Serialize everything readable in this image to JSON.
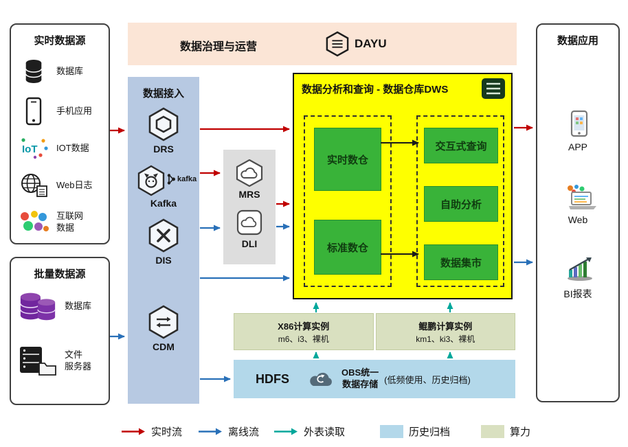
{
  "colors": {
    "realtime_flow": "#c00000",
    "offline_flow": "#2970b8",
    "external_read": "#00a79b",
    "history_archive": "#b3d8ea",
    "compute_power": "#d9e0c0",
    "dws_bg": "#feff00",
    "green_box": "#39b339",
    "ingestion_bg": "#b7c9e2",
    "banner_bg": "#fbe5d6",
    "processing_bg": "#dddddd"
  },
  "banner": {
    "title": "数据治理与运营",
    "logo_text": "DAYU"
  },
  "realtime_sources": {
    "title": "实时数据源",
    "items": [
      {
        "icon": "database-icon",
        "label": "数据库"
      },
      {
        "icon": "phone-icon",
        "label": "手机应用"
      },
      {
        "icon": "iot-icon",
        "label": "IOT数据"
      },
      {
        "icon": "web-log-icon",
        "label": "Web日志"
      },
      {
        "icon": "internet-data-icon",
        "label": "互联网",
        "label2": "数据"
      }
    ]
  },
  "batch_sources": {
    "title": "批量数据源",
    "items": [
      {
        "icon": "purple-database-icon",
        "label": "数据库"
      },
      {
        "icon": "file-server-icon",
        "label": "文件",
        "label2": "服务器"
      }
    ]
  },
  "ingestion": {
    "title": "数据接入",
    "items": [
      {
        "icon": "drs-icon",
        "label": "DRS"
      },
      {
        "icon": "kafka-icon",
        "label": "Kafka",
        "mark": "kafka"
      },
      {
        "icon": "dis-icon",
        "label": "DIS"
      },
      {
        "icon": "cdm-icon",
        "label": "CDM"
      }
    ]
  },
  "processing": {
    "items": [
      {
        "icon": "mrs-icon",
        "label": "MRS"
      },
      {
        "icon": "dli-icon",
        "label": "DLI"
      }
    ]
  },
  "dws": {
    "title": "数据分析和查询 - 数据仓库DWS",
    "warehouses": [
      {
        "label": "实时数仓"
      },
      {
        "label": "标准数仓"
      }
    ],
    "services": [
      {
        "label": "交互式查询"
      },
      {
        "label": "自助分析"
      },
      {
        "label": "数据集市"
      }
    ]
  },
  "compute": {
    "groups": [
      {
        "title": "X86计算实例",
        "subtitle": "m6、i3、裸机"
      },
      {
        "title": "鲲鹏计算实例",
        "subtitle": "km1、ki3、裸机"
      }
    ]
  },
  "storage": {
    "hdfs": "HDFS",
    "obs_line1": "OBS统一",
    "obs_line2": "数据存储",
    "note": "(低频使用、历史归档)"
  },
  "applications": {
    "title": "数据应用",
    "items": [
      {
        "icon": "app-icon",
        "label": "APP"
      },
      {
        "icon": "web-icon",
        "label": "Web"
      },
      {
        "icon": "bi-icon",
        "label": "BI报表"
      }
    ]
  },
  "legend": [
    {
      "type": "arrow",
      "label": "实时流",
      "color": "#c00000"
    },
    {
      "type": "arrow",
      "label": "离线流",
      "color": "#2970b8"
    },
    {
      "type": "arrow",
      "label": "外表读取",
      "color": "#00a79b"
    },
    {
      "type": "swatch",
      "label": "历史归档",
      "color": "#b3d8ea"
    },
    {
      "type": "swatch",
      "label": "算力",
      "color": "#d9e0c0"
    }
  ]
}
